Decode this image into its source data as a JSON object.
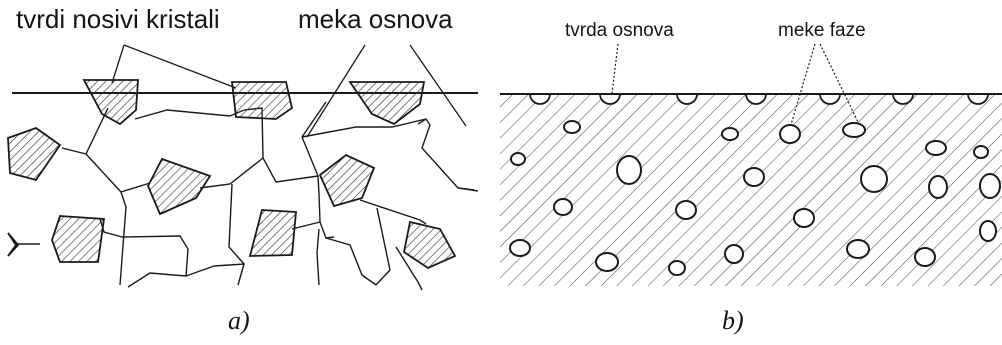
{
  "figure_a": {
    "caption": "a)",
    "label_hard": "tvrdi nosivi kristali",
    "label_soft": "meka osnova"
  },
  "figure_b": {
    "caption": "b)",
    "label_hard": "tvrda osnova",
    "label_soft": "meke faze"
  },
  "colors": {
    "line": "#1a1a1a",
    "hatch": "#3a3a3a",
    "background": "#ffffff"
  }
}
